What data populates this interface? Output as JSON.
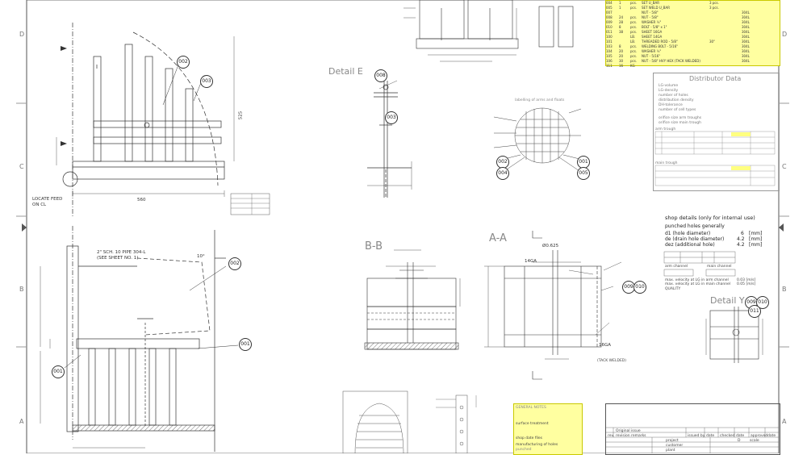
{
  "views": {
    "detail_e": "Detail E",
    "section_bb": "B-B",
    "section_aa": "A-A",
    "detail_y": "Detail Y"
  },
  "balloons": {
    "b002_top": "002",
    "b003_top": "003",
    "b008": "008",
    "b003_e": "003",
    "b002_bot": "002",
    "b001": "001",
    "b001_left": "001",
    "b002_c": "002",
    "b004": "004",
    "b001_c": "001",
    "b005": "005",
    "b009": "009",
    "b010": "010",
    "b009y": "009",
    "b010y": "010",
    "b011": "011"
  },
  "annotations": {
    "locate_feed": "LOCATE FEED",
    "on_cl": "ON CL",
    "pipe_note": "2\" SCH. 10 PIPE 304-L",
    "see_sheet": "(SEE SHEET NO. 1)",
    "labelling": "labelling of arms and floats",
    "tack_welded": "(TACK WELDED)",
    "gauge_14": "14GA",
    "gauge_16": "16GA",
    "phi_625": "Ø0.625",
    "dim_560": "560",
    "dim_525": "525",
    "dim_angle": "10°"
  },
  "bom": {
    "rows": [
      {
        "item": "004",
        "qty": "1",
        "unit": "pcs.",
        "desc": "SET U_BAR",
        "qty2": "3 pcs.",
        "mat": ""
      },
      {
        "item": "005",
        "qty": "1",
        "unit": "pcs.",
        "desc": "SET WELD U_BAR",
        "qty2": "3 pcs.",
        "mat": ""
      },
      {
        "item": "007",
        "qty": "",
        "unit": "",
        "desc": "NUT - 5/8\"",
        "qty2": "",
        "mat": "304L"
      },
      {
        "item": "008",
        "qty": "24",
        "unit": "pcs.",
        "desc": "NUT - 5/8\"",
        "qty2": "",
        "mat": "304L"
      },
      {
        "item": "009",
        "qty": "28",
        "unit": "pcs.",
        "desc": "WASHER ½\"",
        "qty2": "",
        "mat": "304L"
      },
      {
        "item": "010",
        "qty": "8",
        "unit": "pcs.",
        "desc": "BOLT - 5/8\" x 1\"",
        "qty2": "",
        "mat": "304L"
      },
      {
        "item": "011",
        "qty": "38",
        "unit": "pcs.",
        "desc": "SHEET 16GA",
        "qty2": "",
        "mat": "304L"
      },
      {
        "item": "100",
        "qty": "",
        "unit": "LB.",
        "desc": "SHEET 14GA",
        "qty2": "",
        "mat": "304L"
      },
      {
        "item": "101",
        "qty": "",
        "unit": "LB.",
        "desc": "THREADED ROD - 5/8\"",
        "qty2": "30\"",
        "mat": "304L"
      },
      {
        "item": "103",
        "qty": "8",
        "unit": "pcs.",
        "desc": "WELDING BOLT - 5/16\"",
        "qty2": "",
        "mat": "304L"
      },
      {
        "item": "104",
        "qty": "20",
        "unit": "pcs.",
        "desc": "WASHER ½\"",
        "qty2": "",
        "mat": "304L"
      },
      {
        "item": "105",
        "qty": "20",
        "unit": "pcs.",
        "desc": "NUT - 5/16\"",
        "qty2": "",
        "mat": "304L"
      },
      {
        "item": "106",
        "qty": "30",
        "unit": "pcs.",
        "desc": "NUT - 5/8\" HVY HEX (TACK WELDED)",
        "qty2": "",
        "mat": "304L"
      },
      {
        "item": "111",
        "qty": "16",
        "unit": "KG",
        "desc": "",
        "qty2": "",
        "mat": ""
      }
    ]
  },
  "distributor": {
    "title": "Distributor Data",
    "lines": [
      "LG-volume",
      "LG-density",
      "number of holes",
      "distribution density",
      "DH-tolerance",
      "number of cell types",
      "orifice size arm troughs",
      "orifice size main trough",
      "arm trough",
      "main trough"
    ]
  },
  "shop": {
    "title": "shop details (only for internal use)",
    "sub": "punched holes generally",
    "items": [
      {
        "label": "d1 (hole diameter)",
        "value": "6",
        "unit": "[mm]"
      },
      {
        "label": "de (drain hole diameter)",
        "value": "4.2",
        "unit": "[mm]"
      },
      {
        "label": "dez (additional hole)",
        "value": "4.2",
        "unit": "[mm]"
      }
    ],
    "arm_channel": "arm channel",
    "main_channel": "main channel",
    "velocity1": "max. velocity at LG in arm channel",
    "velocity1_val": "0.03 [m/s]",
    "velocity2": "max. velocity at LG in main channel",
    "velocity2_val": "0.05 [m/s]",
    "quality": "QUALITY"
  },
  "general_notes": {
    "title": "GENERAL NOTES",
    "surface": "surface treatment",
    "shop_date": "shop date files",
    "manufacturing": "manufacturing of holes",
    "punched": "punched"
  },
  "title_block": {
    "original_issue": "Original issue",
    "rev": "rev.",
    "revision_remarks": "revision remarks",
    "issued_by": "issued by",
    "date": "date",
    "checked": "checked",
    "approved": "approved",
    "project": "project",
    "customer": "customer",
    "plant": "plant",
    "scale": "scale",
    "sheet_ref": "D"
  },
  "border": {
    "rows": [
      "D",
      "C",
      "B",
      "A"
    ]
  }
}
